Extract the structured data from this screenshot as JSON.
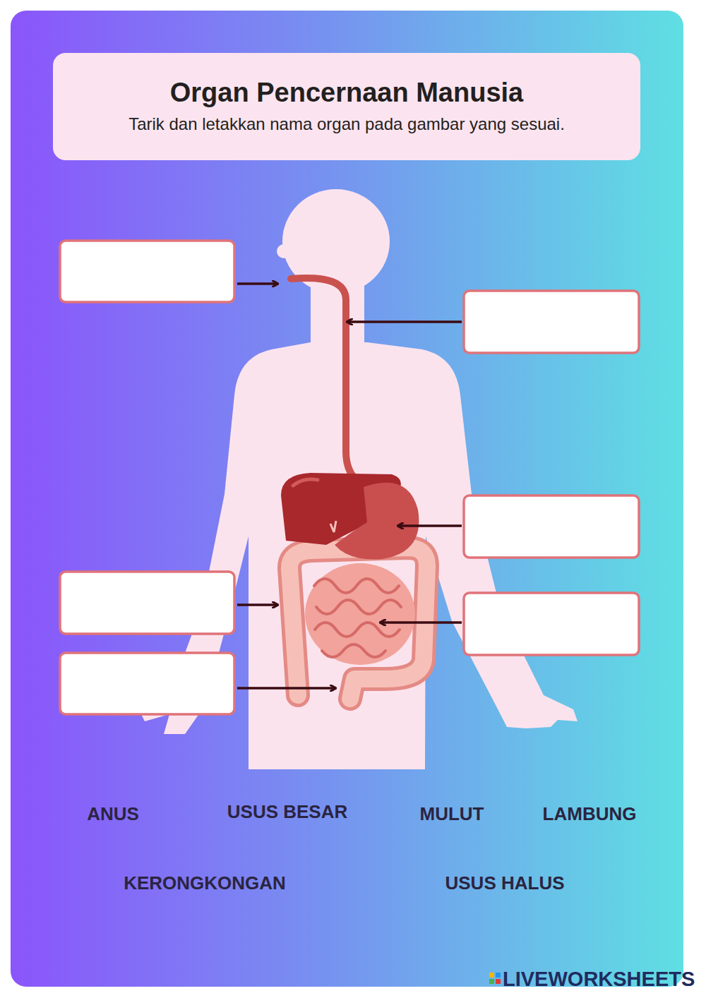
{
  "diagram": {
    "nodes": [
      {
        "text": [
          "Organ Pencernaan Manusia",
          "Tarik dan letakkan nama organ pada gambar yang sesuai."
        ]
      }
    ],
    "labels": [
      "ANUS",
      "USUS BESAR",
      "MULUT",
      "LAMBUNG",
      "KERONGKONGAN",
      "USUS HALUS",
      "LIVEWORKSHEETS"
    ]
  }
}
